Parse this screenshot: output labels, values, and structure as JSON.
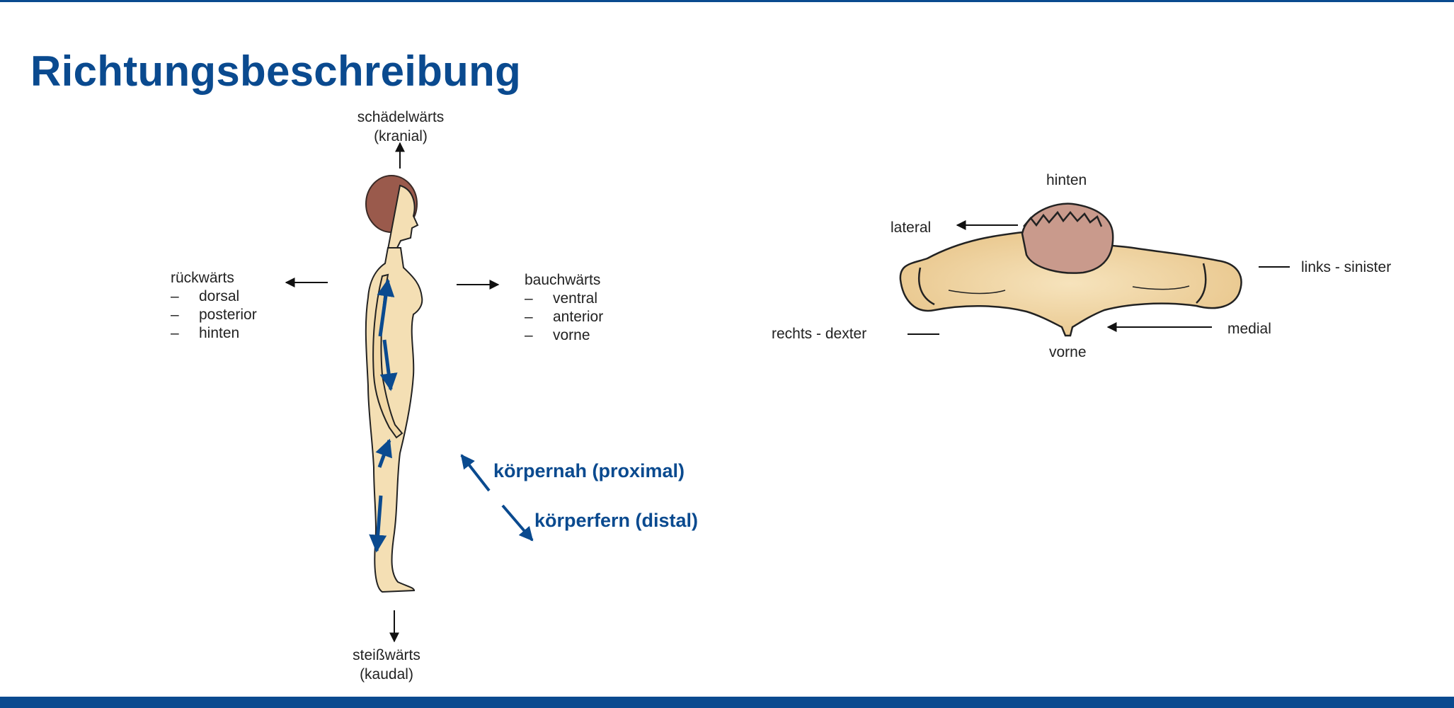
{
  "title": "Richtungsbeschreibung",
  "side_view": {
    "top_label_line1": "schädelwärts",
    "top_label_line2": "(kranial)",
    "bottom_label_line1": "steißwärts",
    "bottom_label_line2": "(kaudal)",
    "back": {
      "heading": "rückwärts",
      "items": [
        "dorsal",
        "posterior",
        "hinten"
      ]
    },
    "front": {
      "heading": "bauchwärts",
      "items": [
        "ventral",
        "anterior",
        "vorne"
      ]
    },
    "proximal": "körpernah (proximal)",
    "distal": "körperfern (distal)",
    "dash": "–"
  },
  "top_view": {
    "back": "hinten",
    "front": "vorne",
    "lateral": "lateral",
    "medial": "medial",
    "left": "links - sinister",
    "right": "rechts - dexter"
  },
  "colors": {
    "brand_blue": "#0a4a8f",
    "skin": "#f3dcae",
    "hair": "#8a4a3c"
  }
}
